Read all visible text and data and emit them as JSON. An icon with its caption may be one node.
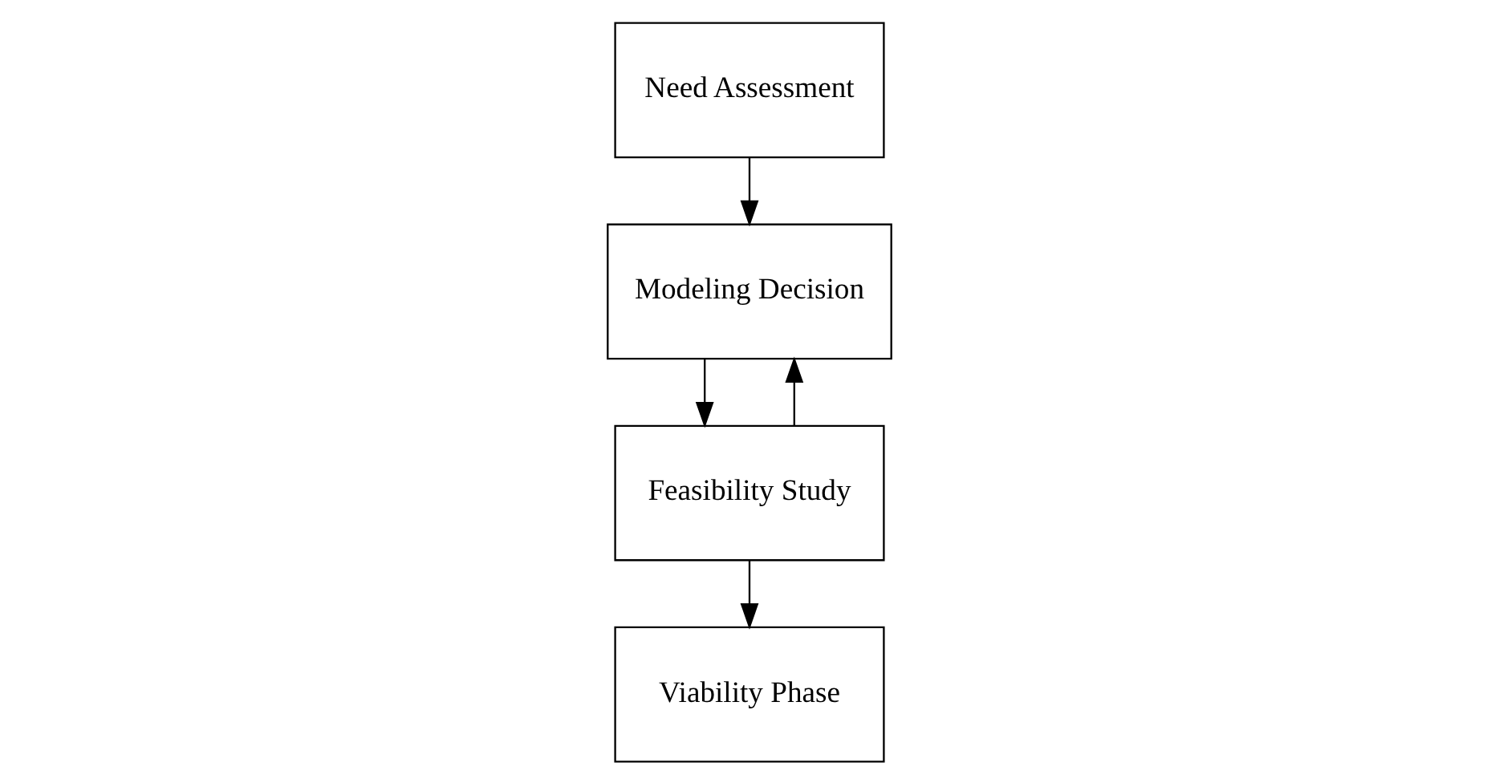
{
  "diagram": {
    "nodes": [
      {
        "text": [
          "Modeling Decision"
        ]
      },
      {
        "text": [
          "Need Assessment"
        ]
      },
      {
        "text": [
          "Feasibility Study"
        ]
      },
      {
        "text": [
          "Viability Phase"
        ]
      }
    ],
    "edges": [
      {
        "from": 1,
        "to": 0,
        "arrow": "to"
      },
      {
        "from": 0,
        "to": 2,
        "arrow": "to"
      },
      {
        "from": 2,
        "to": 0,
        "arrow": "to"
      },
      {
        "from": 2,
        "to": 3,
        "arrow": "to"
      }
    ]
  }
}
